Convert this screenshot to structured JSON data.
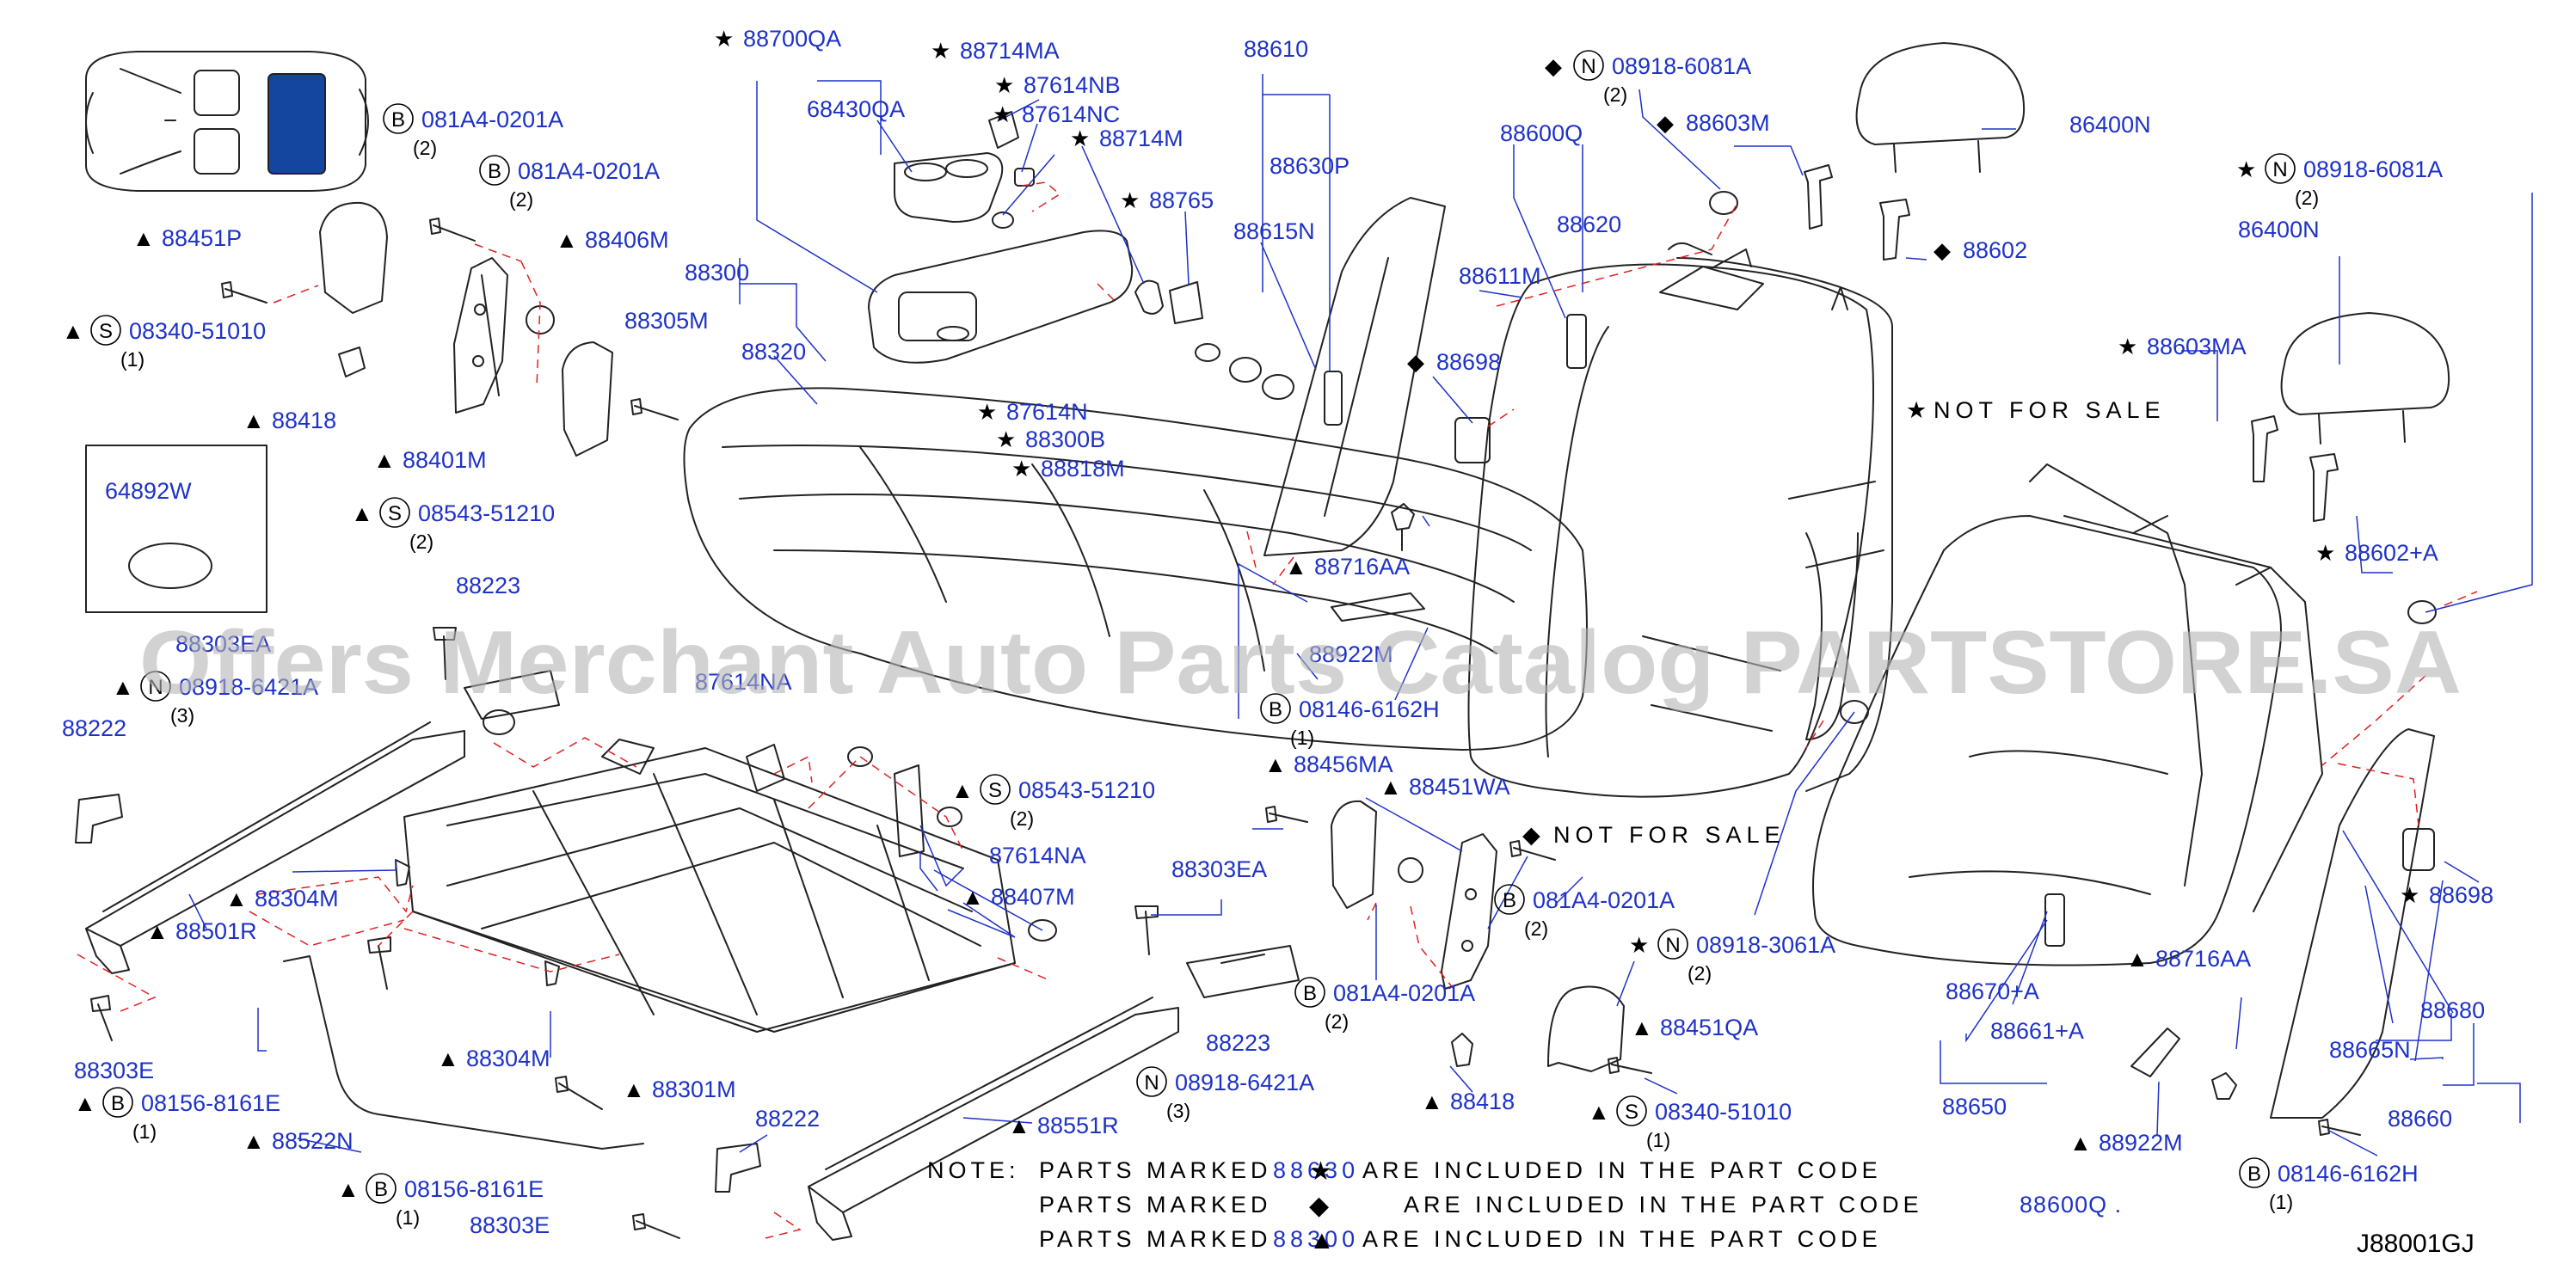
{
  "diagram_id": "J88001GJ",
  "watermark": "Offers Merchant Auto Parts Catalog PARTSTORE.SA",
  "colors": {
    "part_number": "#1e32c8",
    "marker": "#000000",
    "outline": "#222222",
    "leader": "#1e32c8",
    "dashed": "#e02020",
    "highlight": "#1446a0",
    "watermark": "#b4b4b4"
  },
  "inset_label": "64892W",
  "not_for_sale": [
    "NOT FOR SALE",
    "NOT FOR SALE"
  ],
  "callouts": [
    {
      "mk": "★",
      "circ": "",
      "pn": "88700QA",
      "qty": ""
    },
    {
      "mk": "",
      "circ": "",
      "pn": "68430QA",
      "qty": ""
    },
    {
      "mk": "★",
      "circ": "",
      "pn": "88714MA",
      "qty": ""
    },
    {
      "mk": "★",
      "circ": "",
      "pn": "87614NB",
      "qty": ""
    },
    {
      "mk": "★",
      "circ": "",
      "pn": "87614NC",
      "qty": ""
    },
    {
      "mk": "★",
      "circ": "",
      "pn": "88714M",
      "qty": ""
    },
    {
      "mk": "",
      "circ": "",
      "pn": "88610",
      "qty": ""
    },
    {
      "mk": "",
      "circ": "",
      "pn": "88630P",
      "qty": ""
    },
    {
      "mk": "★",
      "circ": "",
      "pn": "88765",
      "qty": ""
    },
    {
      "mk": "",
      "circ": "",
      "pn": "88615N",
      "qty": ""
    },
    {
      "mk": "◆",
      "circ": "N",
      "pn": "08918-6081A",
      "qty": "(2)"
    },
    {
      "mk": "◆",
      "circ": "",
      "pn": "88603M",
      "qty": ""
    },
    {
      "mk": "",
      "circ": "",
      "pn": "86400N",
      "qty": ""
    },
    {
      "mk": "",
      "circ": "",
      "pn": "88600Q",
      "qty": ""
    },
    {
      "mk": "",
      "circ": "",
      "pn": "88620",
      "qty": ""
    },
    {
      "mk": "◆",
      "circ": "",
      "pn": "88602",
      "qty": ""
    },
    {
      "mk": "★",
      "circ": "N",
      "pn": "08918-6081A",
      "qty": "(2)"
    },
    {
      "mk": "",
      "circ": "",
      "pn": "86400N",
      "qty": ""
    },
    {
      "mk": "",
      "circ": "B",
      "pn": "081A4-0201A",
      "qty": "(2)"
    },
    {
      "mk": "",
      "circ": "B",
      "pn": "081A4-0201A",
      "qty": "(2)"
    },
    {
      "mk": "▲",
      "circ": "",
      "pn": "88451P",
      "qty": ""
    },
    {
      "mk": "▲",
      "circ": "",
      "pn": "88406M",
      "qty": ""
    },
    {
      "mk": "▲",
      "circ": "S",
      "pn": "08340-51010",
      "qty": "(1)"
    },
    {
      "mk": "",
      "circ": "",
      "pn": "88300",
      "qty": ""
    },
    {
      "mk": "",
      "circ": "",
      "pn": "88305M",
      "qty": ""
    },
    {
      "mk": "",
      "circ": "",
      "pn": "88320",
      "qty": ""
    },
    {
      "mk": "",
      "circ": "",
      "pn": "88611M",
      "qty": ""
    },
    {
      "mk": "◆",
      "circ": "",
      "pn": "88698",
      "qty": ""
    },
    {
      "mk": "★",
      "circ": "",
      "pn": "88603MA",
      "qty": ""
    },
    {
      "mk": "▲",
      "circ": "",
      "pn": "88418",
      "qty": ""
    },
    {
      "mk": "▲",
      "circ": "",
      "pn": "88401M",
      "qty": ""
    },
    {
      "mk": "★",
      "circ": "",
      "pn": "87614N",
      "qty": ""
    },
    {
      "mk": "★",
      "circ": "",
      "pn": "88300B",
      "qty": ""
    },
    {
      "mk": "★",
      "circ": "",
      "pn": "88818M",
      "qty": ""
    },
    {
      "mk": "▲",
      "circ": "S",
      "pn": "08543-51210",
      "qty": "(2)"
    },
    {
      "mk": "★",
      "circ": "",
      "pn": "88602+A",
      "qty": ""
    },
    {
      "mk": "",
      "circ": "",
      "pn": "88223",
      "qty": ""
    },
    {
      "mk": "▲",
      "circ": "",
      "pn": "88716AA",
      "qty": ""
    },
    {
      "mk": "",
      "circ": "",
      "pn": "88303EA",
      "qty": ""
    },
    {
      "mk": "▲",
      "circ": "N",
      "pn": "08918-6421A",
      "qty": "(3)"
    },
    {
      "mk": "",
      "circ": "",
      "pn": "87614NA",
      "qty": ""
    },
    {
      "mk": "",
      "circ": "",
      "pn": "88922M",
      "qty": ""
    },
    {
      "mk": "",
      "circ": "B",
      "pn": "08146-6162H",
      "qty": "(1)"
    },
    {
      "mk": "",
      "circ": "",
      "pn": "88222",
      "qty": ""
    },
    {
      "mk": "▲",
      "circ": "",
      "pn": "88456MA",
      "qty": ""
    },
    {
      "mk": "▲",
      "circ": "",
      "pn": "88451WA",
      "qty": ""
    },
    {
      "mk": "▲",
      "circ": "S",
      "pn": "08543-51210",
      "qty": "(2)"
    },
    {
      "mk": "",
      "circ": "",
      "pn": "87614NA",
      "qty": ""
    },
    {
      "mk": "▲",
      "circ": "",
      "pn": "88304M",
      "qty": ""
    },
    {
      "mk": "▲",
      "circ": "",
      "pn": "88407M",
      "qty": ""
    },
    {
      "mk": "▲",
      "circ": "",
      "pn": "88501R",
      "qty": ""
    },
    {
      "mk": "",
      "circ": "",
      "pn": "88303EA",
      "qty": ""
    },
    {
      "mk": "",
      "circ": "B",
      "pn": "081A4-0201A",
      "qty": "(2)"
    },
    {
      "mk": "★",
      "circ": "N",
      "pn": "08918-3061A",
      "qty": "(2)"
    },
    {
      "mk": "★",
      "circ": "",
      "pn": "88698",
      "qty": ""
    },
    {
      "mk": "",
      "circ": "",
      "pn": "88670+A",
      "qty": ""
    },
    {
      "mk": "",
      "circ": "",
      "pn": "88661+A",
      "qty": ""
    },
    {
      "mk": "",
      "circ": "",
      "pn": "88223",
      "qty": ""
    },
    {
      "mk": "",
      "circ": "B",
      "pn": "081A4-0201A",
      "qty": "(2)"
    },
    {
      "mk": "▲",
      "circ": "",
      "pn": "88716AA",
      "qty": ""
    },
    {
      "mk": "",
      "circ": "",
      "pn": "88680",
      "qty": ""
    },
    {
      "mk": "",
      "circ": "",
      "pn": "88665N",
      "qty": ""
    },
    {
      "mk": "▲",
      "circ": "",
      "pn": "88304M",
      "qty": ""
    },
    {
      "mk": "",
      "circ": "",
      "pn": "88303E",
      "qty": ""
    },
    {
      "mk": "▲",
      "circ": "",
      "pn": "88301M",
      "qty": ""
    },
    {
      "mk": "",
      "circ": "N",
      "pn": "08918-6421A",
      "qty": "(3)"
    },
    {
      "mk": "▲",
      "circ": "",
      "pn": "88451QA",
      "qty": ""
    },
    {
      "mk": "",
      "circ": "",
      "pn": "88650",
      "qty": ""
    },
    {
      "mk": "",
      "circ": "",
      "pn": "88660",
      "qty": ""
    },
    {
      "mk": "▲",
      "circ": "B",
      "pn": "08156-8161E",
      "qty": "(1)"
    },
    {
      "mk": "▲",
      "circ": "",
      "pn": "88418",
      "qty": ""
    },
    {
      "mk": "▲",
      "circ": "",
      "pn": "88522N",
      "qty": ""
    },
    {
      "mk": "",
      "circ": "",
      "pn": "88222",
      "qty": ""
    },
    {
      "mk": "▲",
      "circ": "",
      "pn": "88551R",
      "qty": ""
    },
    {
      "mk": "▲",
      "circ": "S",
      "pn": "08340-51010",
      "qty": "(1)"
    },
    {
      "mk": "▲",
      "circ": "",
      "pn": "88922M",
      "qty": ""
    },
    {
      "mk": "▲",
      "circ": "B",
      "pn": "08156-8161E",
      "qty": "(1)"
    },
    {
      "mk": "",
      "circ": "",
      "pn": "88303E",
      "qty": ""
    },
    {
      "mk": "",
      "circ": "B",
      "pn": "08146-6162H",
      "qty": "(1)"
    }
  ],
  "notes": {
    "label": "NOTE:",
    "lines": [
      {
        "text": "PARTS MARKED",
        "marker": "★",
        "behind": "88630",
        "tail": "ARE INCLUDED IN THE PART CODE",
        "code": ""
      },
      {
        "text": "PARTS MARKED",
        "marker": "◆",
        "behind": "",
        "tail": "ARE INCLUDED IN THE PART CODE",
        "code": "88600Q ."
      },
      {
        "text": "PARTS MARKED",
        "marker": "▲",
        "behind": "88300",
        "tail": "ARE INCLUDED IN THE PART CODE",
        "code": ""
      }
    ]
  }
}
